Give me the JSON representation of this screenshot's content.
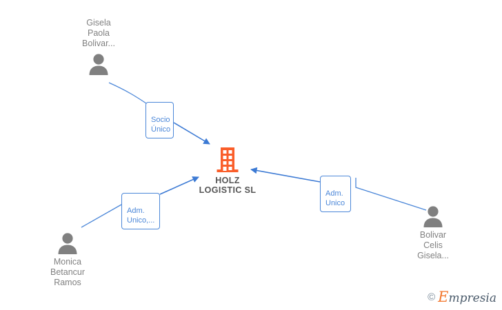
{
  "diagram": {
    "title": "HOLZ LOGISTIC SL relationship map",
    "colors": {
      "edge": "#4a86d8",
      "company_icon": "#fa5e2a",
      "person_icon": "#808080",
      "person_text": "#808080",
      "company_text": "#555555",
      "label_border": "#4a86d8",
      "label_text": "#4a86d8",
      "background": "#ffffff"
    },
    "company": {
      "name": "HOLZ\nLOGISTIC  SL",
      "icon": "building-icon"
    },
    "persons": [
      {
        "id": "gisela-paola-bolivar",
        "name": "Gisela\nPaola\nBolivar...",
        "icon": "person-icon"
      },
      {
        "id": "monica-betancur-ramos",
        "name": "Monica\nBetancur\nRamos",
        "icon": "person-icon"
      },
      {
        "id": "bolivar-celis-gisela",
        "name": "Bolivar\nCelis\nGisela...",
        "icon": "person-icon"
      }
    ],
    "relations": [
      {
        "id": "socio-unico",
        "label": "Socio\nÚnico"
      },
      {
        "id": "adm-unico-multiple",
        "label": "Adm.\nUnico,..."
      },
      {
        "id": "adm-unico",
        "label": "Adm.\nUnico"
      }
    ]
  },
  "watermark": {
    "copyright": "©",
    "brand_initial": "E",
    "brand_rest": "mpresia"
  }
}
